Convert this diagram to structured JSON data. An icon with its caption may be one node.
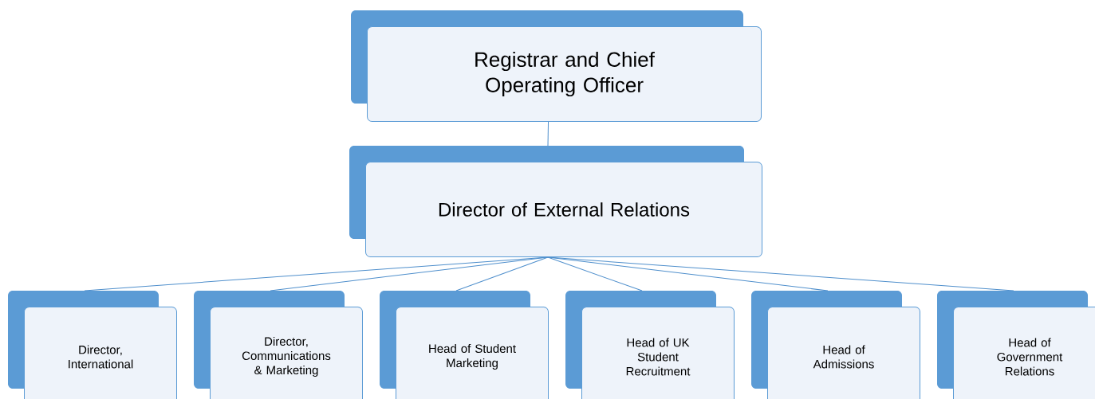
{
  "diagram": {
    "nodes": [
      {
        "text": [
          "Registrar and Chief Operating Officer"
        ]
      },
      {
        "text": [
          "Director of External Relations"
        ]
      },
      {
        "text": [
          "Director, International"
        ]
      },
      {
        "text": [
          "Director, Communications & Marketing"
        ]
      },
      {
        "text": [
          "Head of Student Marketing"
        ]
      },
      {
        "text": [
          "Head of UK Student Recruitment"
        ]
      },
      {
        "text": [
          "Head of Admissions"
        ]
      },
      {
        "text": [
          "Head of Government Relations"
        ]
      }
    ],
    "edges": [
      {
        "from": 0,
        "to": 1,
        "arrow": "none"
      },
      {
        "from": 1,
        "to": 2,
        "arrow": "none"
      },
      {
        "from": 1,
        "to": 3,
        "arrow": "none"
      },
      {
        "from": 1,
        "to": 4,
        "arrow": "none"
      },
      {
        "from": 1,
        "to": 5,
        "arrow": "none"
      },
      {
        "from": 1,
        "to": 6,
        "arrow": "none"
      },
      {
        "from": 1,
        "to": 7,
        "arrow": "none"
      }
    ]
  }
}
